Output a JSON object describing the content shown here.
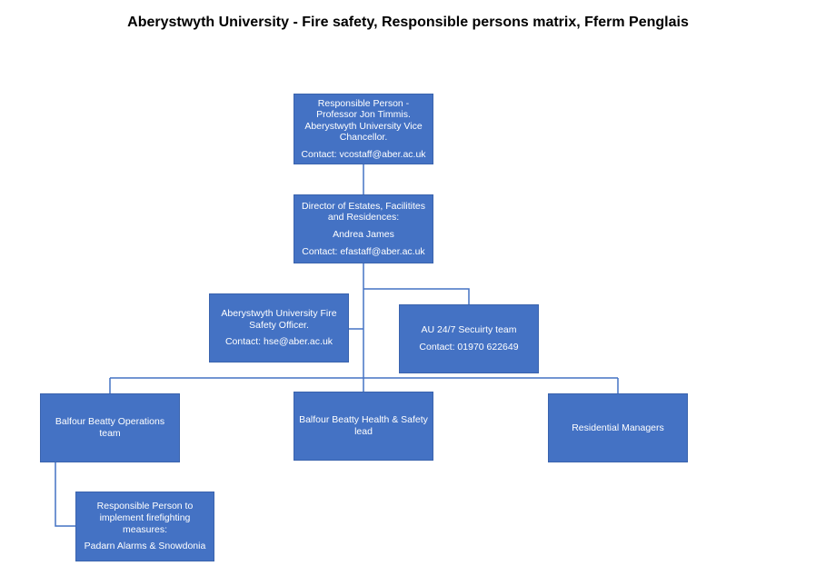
{
  "title": "Aberystwyth University  - Fire safety, Responsible persons matrix, Fferm Penglais",
  "colors": {
    "box_fill": "#4472C4",
    "connector": "#4472C4",
    "text": "#FFFFFF"
  },
  "nodes": {
    "responsible_person": {
      "lines": [
        "Responsible Person - Professor Jon Timmis. Aberystwyth University Vice Chancellor.",
        "Contact: vcostaff@aber.ac.uk"
      ]
    },
    "director_estates": {
      "lines": [
        "Director of Estates, Facilitites and Residences:",
        "Andrea James",
        "Contact: efastaff@aber.ac.uk"
      ]
    },
    "fire_safety_officer": {
      "lines": [
        "Aberystwyth University Fire Safety Officer.",
        "Contact: hse@aber.ac.uk"
      ]
    },
    "security_team": {
      "lines": [
        "AU 24/7 Secuirty team",
        "Contact: 01970 622649"
      ]
    },
    "balfour_operations": {
      "lines": [
        "Balfour  Beatty Operations team"
      ]
    },
    "balfour_hs_lead": {
      "lines": [
        "Balfour Beatty Health & Safety lead"
      ]
    },
    "residential_managers": {
      "lines": [
        "Residential Managers"
      ]
    },
    "firefighting_person": {
      "lines": [
        "Responsible Person to implement firefighting measures:",
        "Padarn Alarms & Snowdonia"
      ]
    }
  }
}
